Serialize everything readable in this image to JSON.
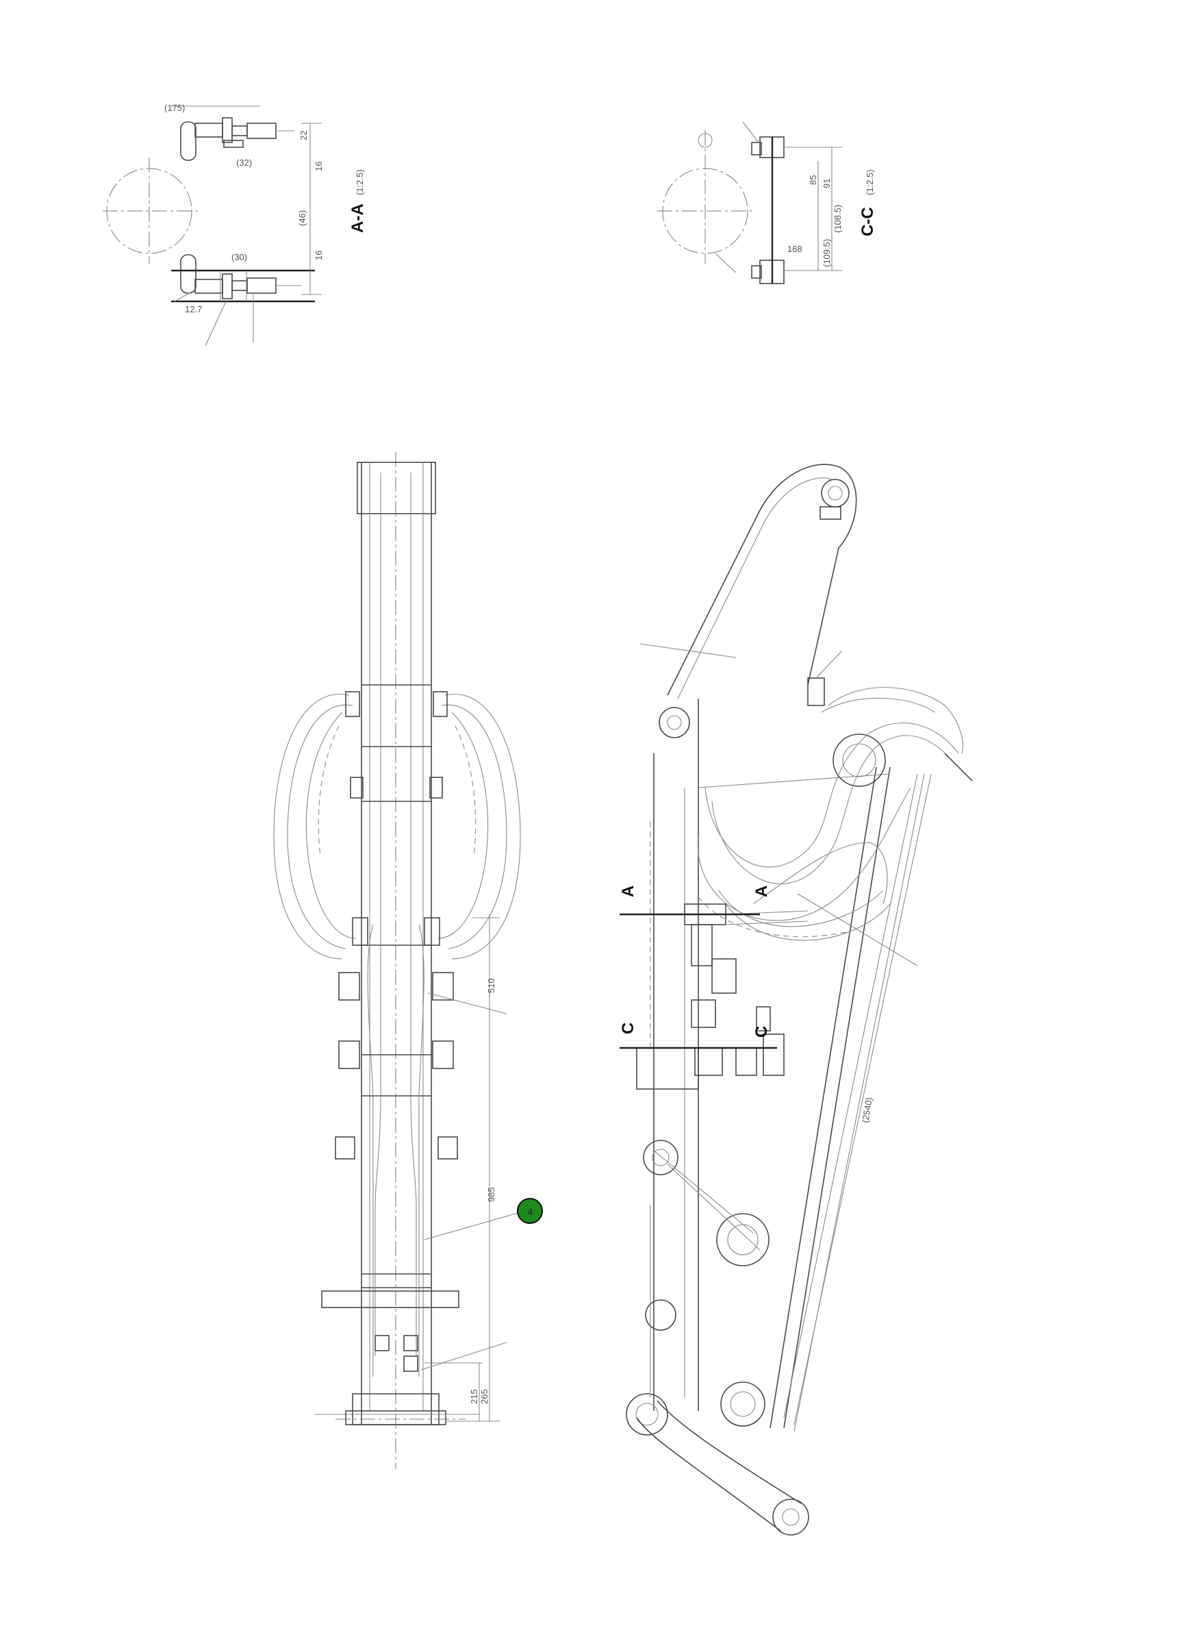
{
  "section_aa": {
    "title": "A-A",
    "scale": "(1:2.5)",
    "dims": [
      "(175)",
      "(32)",
      "(46)",
      "(30)",
      "22",
      "16",
      "16",
      "12.7"
    ]
  },
  "section_cc": {
    "title": "C-C",
    "scale": "(1:2.5)",
    "dims": [
      "(108.5)",
      "(109.5)",
      "91",
      "85",
      "168"
    ]
  },
  "plan_view": {
    "dims": [
      "510",
      "985",
      "265",
      "215"
    ]
  },
  "side_view": {
    "section_marks": [
      "A",
      "A",
      "C",
      "C"
    ],
    "length_dim": "(2540)"
  },
  "callout": {
    "label": "4",
    "color": "#1e8a1e"
  }
}
